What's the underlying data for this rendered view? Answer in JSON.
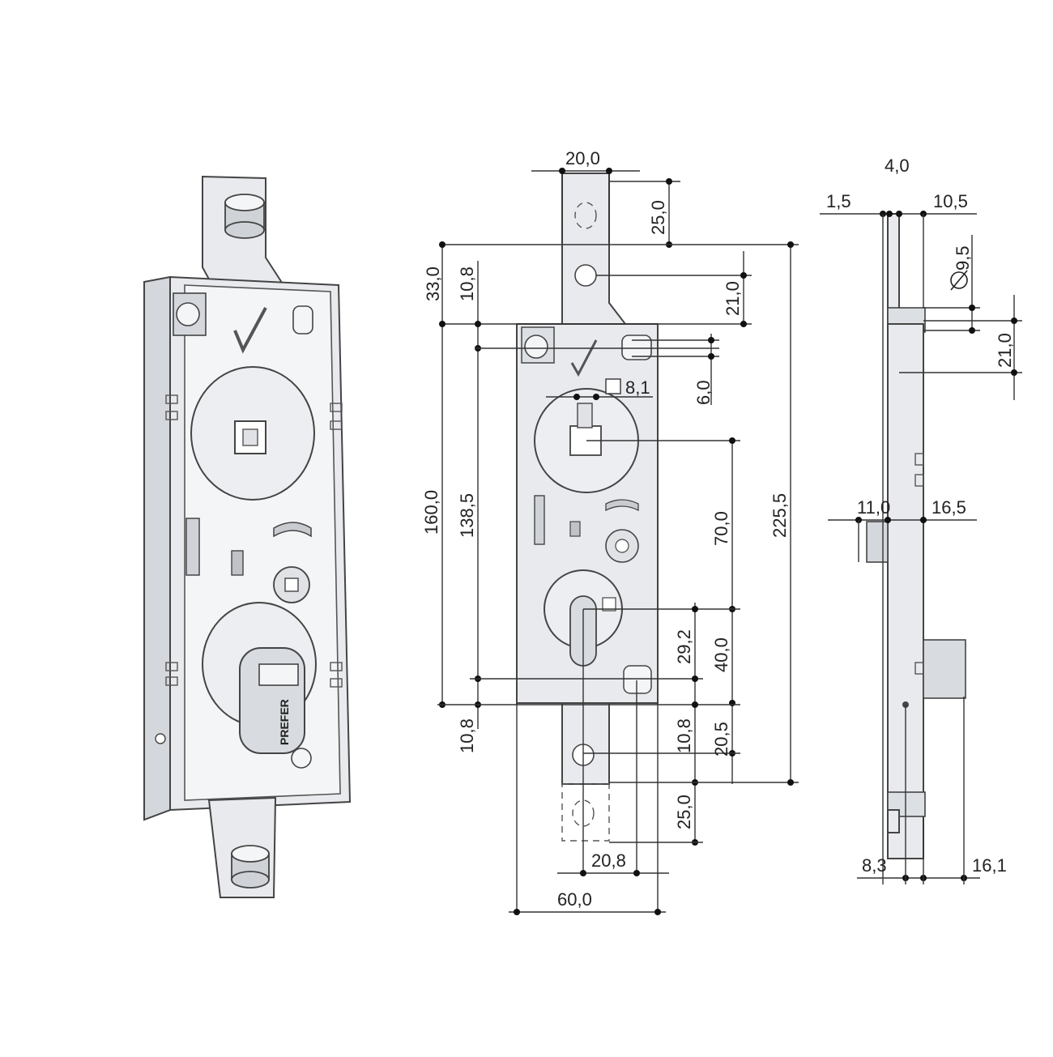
{
  "diagram": {
    "brand_text": "PREFER",
    "dimensions": {
      "top_width": "20,0",
      "top_tab": "25,0",
      "top_offset": "33,0",
      "top_hole_a": "10,8",
      "top_hole_b": "21,0",
      "square": "8,1",
      "small_gap": "6,0",
      "total_hole": "160,0",
      "inner_hole": "138,5",
      "total_height": "225,5",
      "spindle_cyl": "70,0",
      "cyl_a": "29,2",
      "cyl_b": "40,0",
      "bottom_hole_a": "10,8",
      "bottom_hole_b": "10,8",
      "bottom_offset": "20,5",
      "bottom_tab": "25,0",
      "bottom_width": "20,8",
      "body_width": "60,0",
      "side_thickness": "4,0",
      "side_left": "1,5",
      "side_right": "10,5",
      "pin_diameter": "9,5",
      "side_pin_height": "21,0",
      "side_mid_left": "11,0",
      "side_mid_right": "16,5",
      "side_bottom_left": "8,3",
      "side_bottom_right": "16,1"
    }
  }
}
